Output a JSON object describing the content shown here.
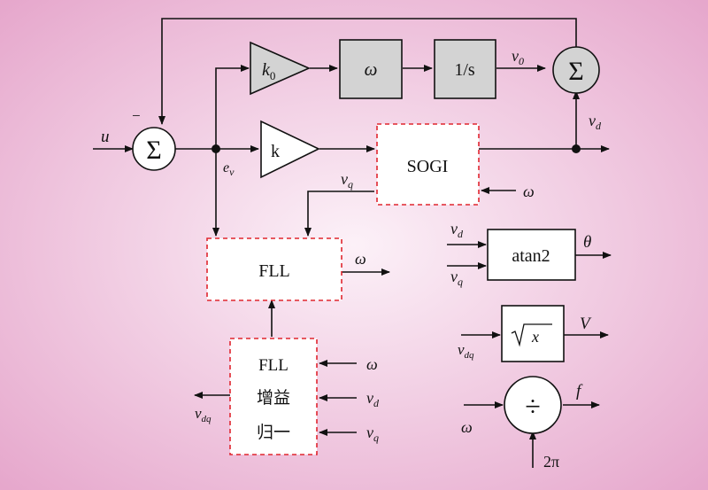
{
  "background": {
    "center": "#fcf1f8",
    "edge": "#e6a7cc"
  },
  "colors": {
    "line": "#111111",
    "block_fill": "#d3d3d3",
    "dashed": "#e0262f"
  },
  "blocks": {
    "k0_gain": {
      "symbol": "k",
      "subscript": "0"
    },
    "omega_block": "ω",
    "integrator": "1/s",
    "k_gain": "k",
    "sogi": "SOGI",
    "fll": "FLL",
    "gain_norm_line1": "FLL",
    "gain_norm_line2": "增益",
    "gain_norm_line3": "归一",
    "atan2": "atan2",
    "sqrt": "x",
    "sum_symbol": "Σ",
    "divide_symbol": "÷"
  },
  "signals": {
    "u": "u",
    "minus": "−",
    "ev_main": "e",
    "ev_sub": "v",
    "v0_main": "v",
    "v0_sub": "0",
    "vd_main": "v",
    "vd_sub": "d",
    "vq_main": "v",
    "vq_sub": "q",
    "vdq_main": "v",
    "vdq_sub": "dq",
    "omega": "ω",
    "theta": "θ",
    "V": "V",
    "f": "f",
    "two_pi": "2π"
  }
}
